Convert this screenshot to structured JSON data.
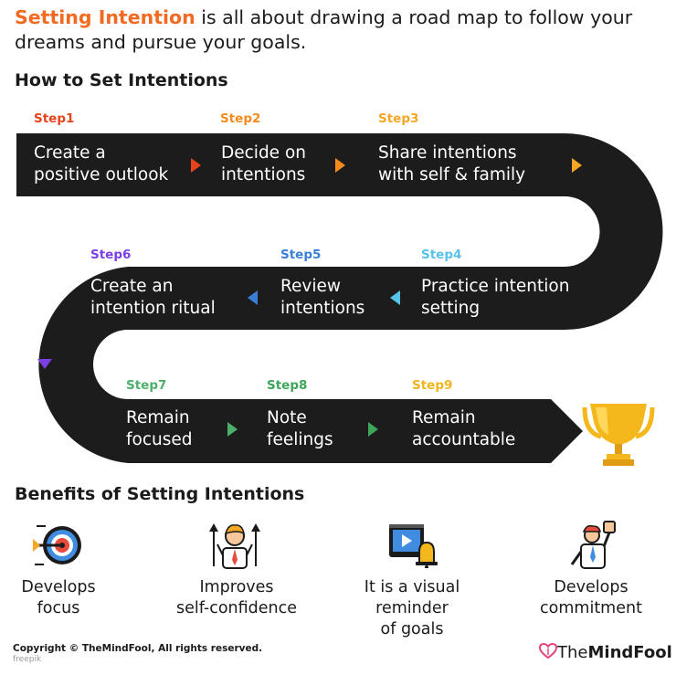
{
  "intro": {
    "highlight": "Setting Intention",
    "rest": " is all about drawing a road map to follow your dreams and pursue your goals."
  },
  "how_heading": "How to Set Intentions",
  "steps": [
    {
      "label": "Step1",
      "text": "Create a\npositive outlook",
      "color": "#e8431c"
    },
    {
      "label": "Step2",
      "text": "Decide on\nintentions",
      "color": "#f58a1f"
    },
    {
      "label": "Step3",
      "text": "Share intentions\nwith self & family",
      "color": "#f5a623"
    },
    {
      "label": "Step4",
      "text": "Practice intention\nsetting",
      "color": "#58c2ea"
    },
    {
      "label": "Step5",
      "text": "Review\nintentions",
      "color": "#3a7fd6"
    },
    {
      "label": "Step6",
      "text": "Create an\nintention ritual",
      "color": "#7b3fe4"
    },
    {
      "label": "Step7",
      "text": "Remain\nfocused",
      "color": "#4caf6a"
    },
    {
      "label": "Step8",
      "text": "Note\nfeelings",
      "color": "#3da65a"
    },
    {
      "label": "Step9",
      "text": "Remain\naccountable",
      "color": "#f2b41c"
    }
  ],
  "benefits_heading": "Benefits of Setting Intentions",
  "benefits": [
    {
      "icon": "target-icon",
      "text": "Develops\nfocus"
    },
    {
      "icon": "confident-person-icon",
      "text": "Improves\nself-confidence"
    },
    {
      "icon": "video-reminder-icon",
      "text": "It is a visual\nreminder\nof goals"
    },
    {
      "icon": "committed-person-icon",
      "text": "Develops\ncommitment"
    }
  ],
  "footer": {
    "copyright": "Copyright © TheMindFool, All rights reserved.",
    "credit": "freepik",
    "brand_prefix": "The",
    "brand_bold": "MindFool"
  },
  "colors": {
    "road": "#1c1c1c",
    "accent": "#f26a21",
    "trophy": "#f5b81c",
    "brand_heart": "#e8457a"
  }
}
